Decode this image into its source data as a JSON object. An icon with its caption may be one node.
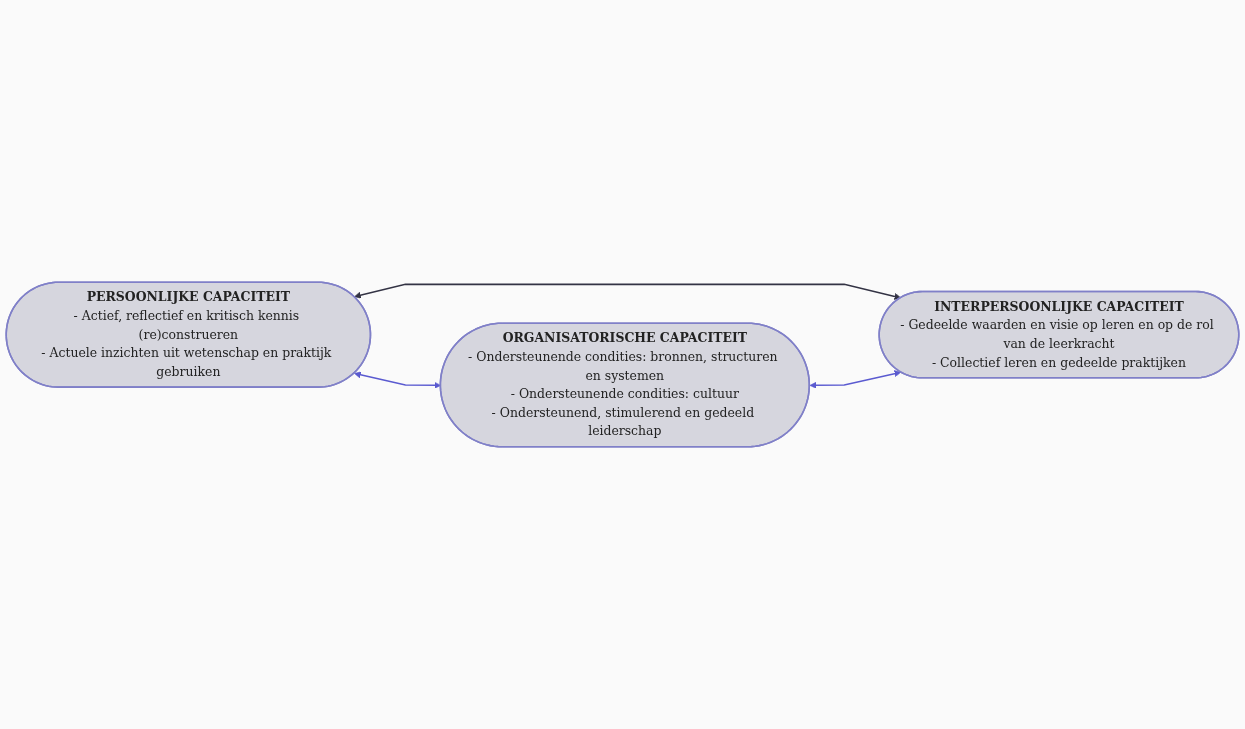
{
  "diagram": {
    "nodes": [
      {
        "text": [
          "PERSOONLIJKE CAPACITEIT",
          "- Actief, reflectief en kritisch kennis (re)construeren",
          "- Actuele inzichten uit wetenschap en praktijk gebruiken"
        ]
      },
      {
        "text": [
          "INTERPERSOONLIJKE CAPACITEIT",
          "- Gedeelde waarden en visie op leren en op de rol van de leerkracht",
          "- Collectief leren en gedeelde praktijken"
        ]
      },
      {
        "text": [
          "ORGANISATORISCHE CAPACITEIT",
          "- Ondersteunende condities: bronnen, structuren en systemen",
          "- Ondersteunende condities: cultuur",
          "- Ondersteunend, stimulerend en gedeeld leiderschap"
        ]
      }
    ],
    "edges": [
      {
        "from": 0,
        "to": 1,
        "arrow": "both",
        "color": "#333344"
      },
      {
        "from": 0,
        "to": 2,
        "arrow": "both"
      },
      {
        "from": 2,
        "to": 1,
        "arrow": "both"
      }
    ]
  }
}
